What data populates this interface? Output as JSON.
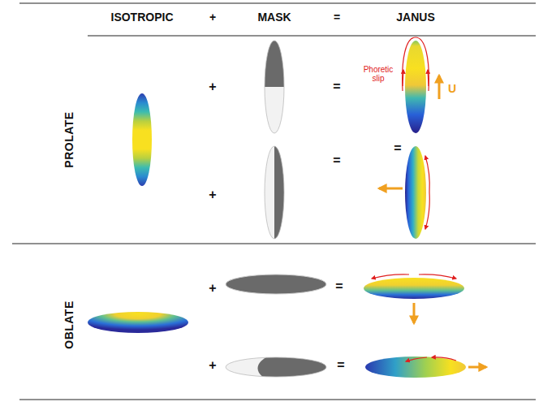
{
  "diagram": {
    "labels": [
      "ISOTROPIC",
      "+",
      "MASK",
      "=",
      "JANUS",
      "PROLATE",
      "+",
      "=",
      "Phoretic slip",
      "U",
      "+",
      "=",
      "=",
      "OBLATE",
      "+",
      "=",
      "+",
      "="
    ]
  }
}
